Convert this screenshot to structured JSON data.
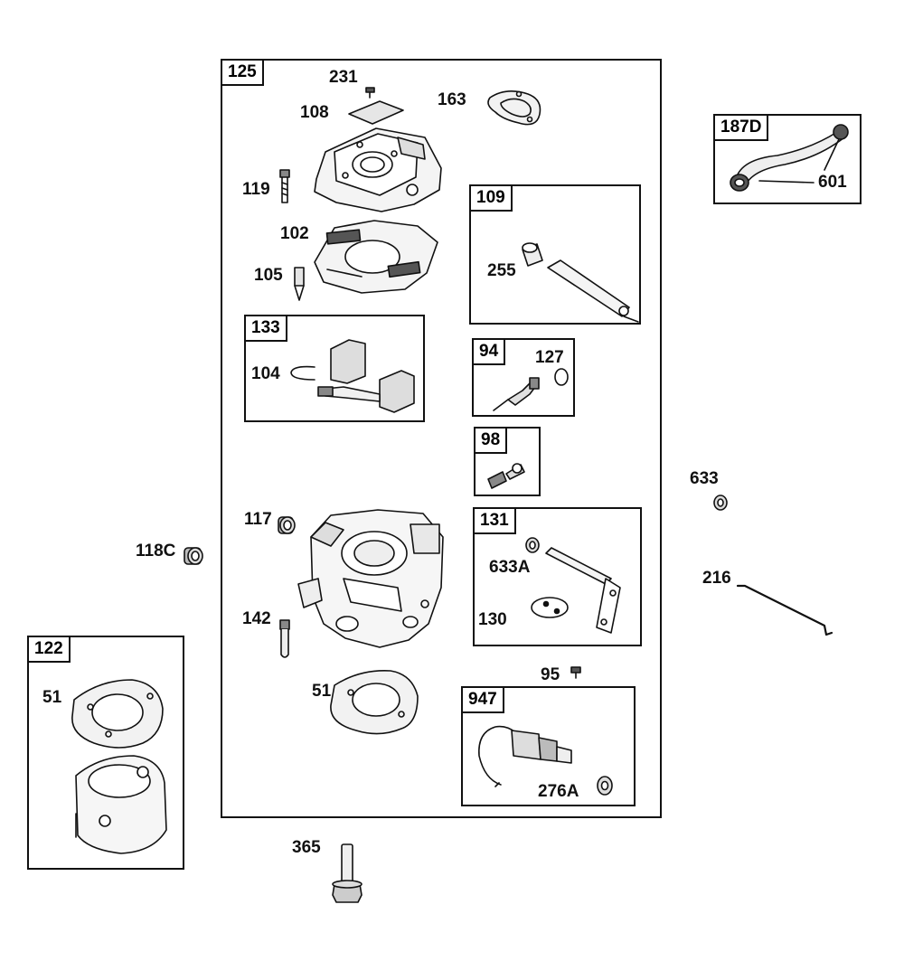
{
  "assemblies": {
    "a125": "125",
    "a109": "109",
    "a133": "133",
    "a94": "94",
    "a98": "98",
    "a131": "131",
    "a947": "947",
    "a187d": "187D",
    "a122": "122"
  },
  "parts": {
    "p231": "231",
    "p108": "108",
    "p163": "163",
    "p119": "119",
    "p102": "102",
    "p105": "105",
    "p255": "255",
    "p104": "104",
    "p127": "127",
    "p117": "117",
    "p118c": "118C",
    "p142": "142",
    "p51a": "51",
    "p51b": "51",
    "p633": "633",
    "p633a": "633A",
    "p130": "130",
    "p216": "216",
    "p95": "95",
    "p276a": "276A",
    "p365": "365",
    "p601": "601"
  }
}
